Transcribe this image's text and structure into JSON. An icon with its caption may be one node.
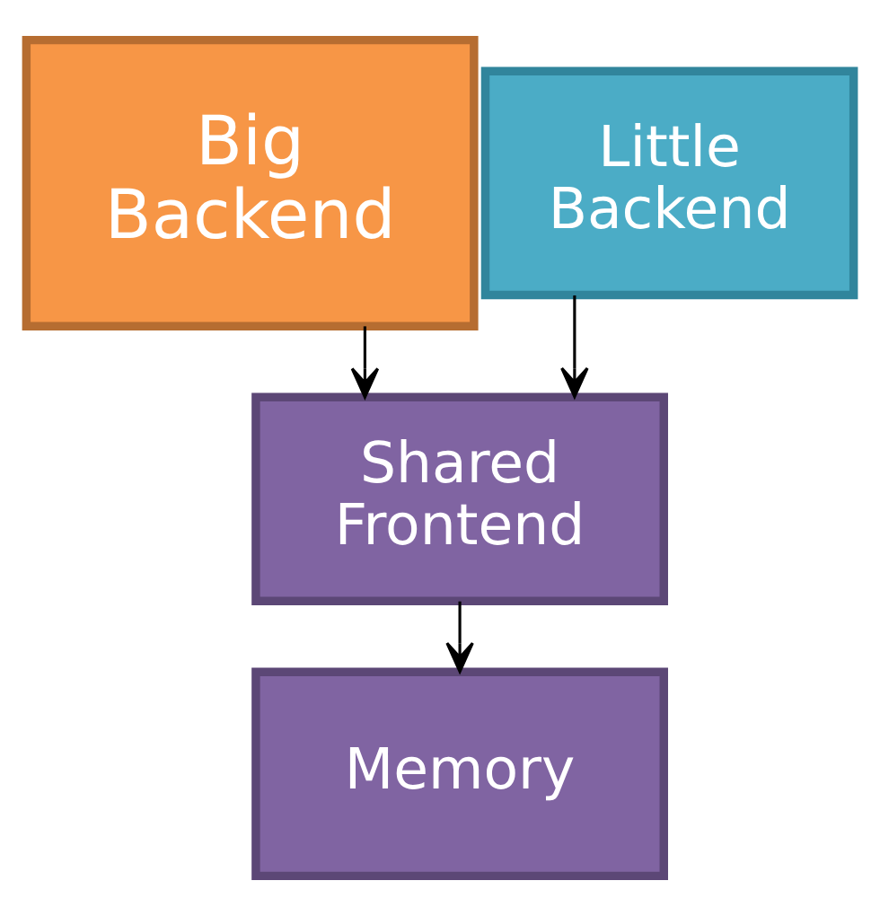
{
  "diagram": {
    "nodes": [
      {
        "text": [
          "Big Backend"
        ]
      },
      {
        "text": [
          "Little Backend"
        ]
      },
      {
        "text": [
          "Shared Frontend"
        ]
      },
      {
        "text": [
          "Memory"
        ]
      }
    ],
    "edges": [
      {
        "from": 0,
        "to": 2,
        "arrow": "to"
      },
      {
        "from": 1,
        "to": 2,
        "arrow": "to"
      },
      {
        "from": 2,
        "to": 3,
        "arrow": "to"
      }
    ]
  }
}
